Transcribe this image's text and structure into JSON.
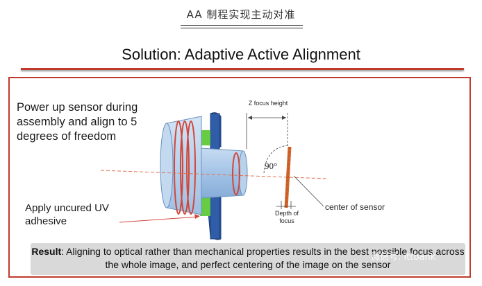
{
  "header": {
    "title": "AA 制程实现主动对准"
  },
  "slide": {
    "title": "Solution: Adaptive Active Alignment"
  },
  "diagram": {
    "instruction_1": "Power up sensor during assembly and align to 5 degrees of freedom",
    "instruction_2": "Apply uncured UV adhesive",
    "z_focus_label": "Z focus height",
    "angle_label": "90°",
    "depth_label": "Depth of focus",
    "sensor_center_label": "center of sensor"
  },
  "result": {
    "lead": "Result",
    "text": ": Aligning to optical rather than mechanical properties results in the best possible focus across the whole image, and perfect centering of the image on the sensor"
  },
  "watermark": {
    "text": "微信号: ittbank"
  },
  "colors": {
    "accent": "#c0392b",
    "lens": "#a9c8e8",
    "mount": "#2f5da8",
    "adhesive": "#66cc44"
  }
}
